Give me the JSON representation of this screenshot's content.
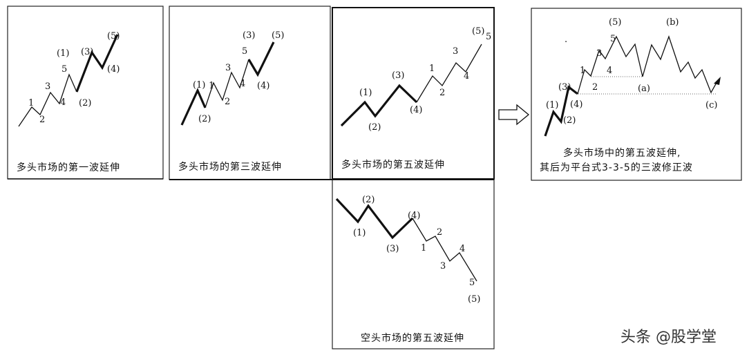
{
  "panels": [
    {
      "caption": "多头市场的第一波延伸"
    },
    {
      "caption": "多头市场的第三波延伸"
    },
    {
      "caption": "多头市场的第五波延伸"
    },
    {
      "caption": "空头市场的第五波延伸"
    },
    {
      "caption_line1": "多头市场中的第五波延伸,",
      "caption_line2": "其后为平台式3-3-5的三波修正波"
    }
  ],
  "labels": {
    "p1": [
      "1",
      "2",
      "3",
      "4",
      "5",
      "(1)",
      "(2)",
      "(3)",
      "(4)",
      "(5)"
    ],
    "p2": [
      "(1)",
      "(2)",
      "1",
      "2",
      "3",
      "4",
      "5",
      "(3)",
      "(4)",
      "(5)"
    ],
    "p3": [
      "(1)",
      "(2)",
      "(3)",
      "(4)",
      "1",
      "2",
      "3",
      "4",
      "5",
      "(5)"
    ],
    "p4": [
      "(1)",
      "(2)",
      "(3)",
      "(4)",
      "1",
      "2",
      "3",
      "4",
      "5",
      "(5)"
    ],
    "p5": [
      "(1)",
      "(2)",
      "(3)",
      "(4)",
      "1",
      "2",
      "3",
      "4",
      "5",
      "(5)",
      "(a)",
      "(b)",
      "(c)"
    ]
  },
  "watermark": "头条 @股学堂"
}
